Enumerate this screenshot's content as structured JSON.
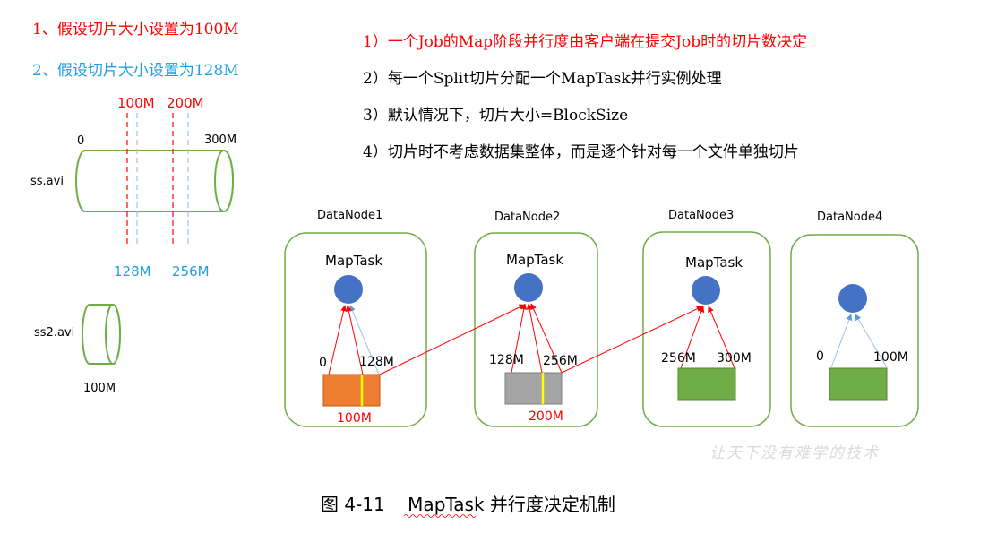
{
  "colors": {
    "red": "#ff0000",
    "blue_text": "#1ea0e0",
    "green_stroke": "#70ad47",
    "node_border": "#70ad47",
    "task_circle": "#4472c4",
    "orange_block": "#ed7d31",
    "gray_block": "#a5a5a5",
    "green_block": "#70ad47",
    "yellow_line": "#ffff00",
    "arrow_blue": "#9dc3e6",
    "watermark": "#d9d9d9"
  },
  "settings": {
    "item1": "1、假设切片大小设置为100M",
    "item2": "2、假设切片大小设置为128M"
  },
  "rules": [
    "1）一个Job的Map阶段并行度由客户端在提交Job时的切片数决定",
    "2）每一个Split切片分配一个MapTask并行实例处理",
    "3）默认情况下，切片大小=BlockSize",
    "4）切片时不考虑数据集整体，而是逐个针对每一个文件单独切片"
  ],
  "files": {
    "file1": {
      "name": "ss.avi",
      "start_label": "0",
      "end_label": "300M",
      "split100_1": "100M",
      "split100_2": "200M",
      "split128_1": "128M",
      "split128_2": "256M"
    },
    "file2": {
      "name": "ss2.avi",
      "size_label": "100M"
    }
  },
  "datanodes": [
    {
      "name": "DataNode1",
      "task": "MapTask",
      "left_label": "0",
      "right_label": "128M",
      "bottom_label": "100M"
    },
    {
      "name": "DataNode2",
      "task": "MapTask",
      "left_label": "128M",
      "right_label": "256M",
      "bottom_label": "200M"
    },
    {
      "name": "DataNode3",
      "task": "MapTask",
      "left_label": "256M",
      "right_label": "300M"
    },
    {
      "name": "DataNode4",
      "task": "",
      "left_label": "0",
      "right_label": "100M"
    }
  ],
  "watermark": "让天下没有难学的技术",
  "caption": "图 4-11    MapTask 并行度决定机制"
}
